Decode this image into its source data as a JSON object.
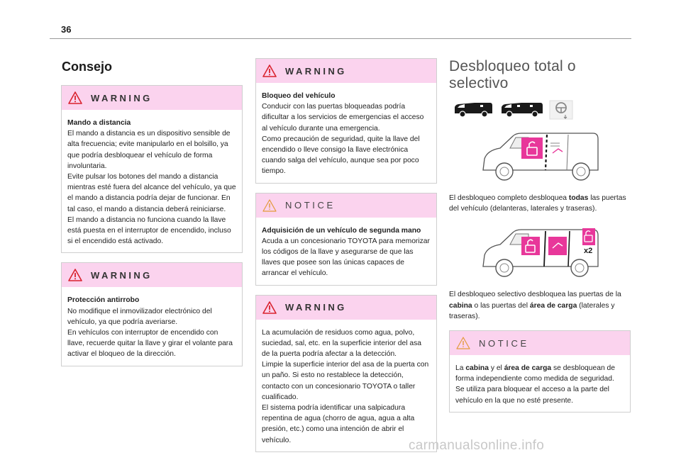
{
  "page_number": "36",
  "left": {
    "section_title": "Consejo",
    "warning1": {
      "label": "WARNING",
      "subtitle": "Mando a distancia",
      "text": "El mando a distancia es un dispositivo sensible de alta frecuencia; evite manipularlo en el bolsillo, ya que podría desbloquear el vehículo de forma involuntaria.\nEvite pulsar los botones del mando a distancia mientras esté fuera del alcance del vehículo, ya que el mando a distancia podría dejar de funcionar. En tal caso, el mando a distancia deberá reiniciarse.\nEl mando a distancia no funciona cuando la llave está puesta en el interruptor de encendido, incluso si el encendido está activado."
    },
    "warning2": {
      "label": "WARNING",
      "subtitle": "Protección antirrobo",
      "text": "No modifique el inmovilizador electrónico del vehículo, ya que podría averiarse.\nEn vehículos con interruptor de encendido con llave, recuerde quitar la llave y girar el volante para activar el bloqueo de la dirección."
    }
  },
  "middle": {
    "warning1": {
      "label": "WARNING",
      "subtitle": "Bloqueo del vehículo",
      "text": "Conducir con las puertas bloqueadas podría dificultar a los servicios de emergencias el acceso al vehículo durante una emergencia.\nComo precaución de seguridad, quite la llave del encendido o lleve consigo la llave electrónica cuando salga del vehículo, aunque sea por poco tiempo."
    },
    "notice1": {
      "label": "NOTICE",
      "subtitle": "Adquisición de un vehículo de segunda mano",
      "text": "Acuda a un concesionario TOYOTA para memorizar los códigos de la llave y asegurarse de que las llaves que posee son las únicas capaces de arrancar el vehículo."
    },
    "warning2": {
      "label": "WARNING",
      "text": "La acumulación de residuos como agua, polvo, suciedad, sal, etc. en la superficie interior del asa de la puerta podría afectar a la detección.\nLimpie la superficie interior del asa de la puerta con un paño. Si esto no restablece la detección, contacto con un concesionario TOYOTA o taller cualificado.\nEl sistema podría identificar una salpicadura repentina de agua (chorro de agua, agua a alta presión, etc.) como una intención de abrir el vehículo."
    }
  },
  "right": {
    "chapter_title": "Desbloqueo total o selectivo",
    "para1": {
      "a": "El desbloqueo completo desbloquea ",
      "b": "todas",
      "c": " las puertas del vehículo (delanteras, laterales y traseras)."
    },
    "figure2_badge": "x2",
    "para2": {
      "a": "El desbloqueo selectivo desbloquea las puertas de la ",
      "b": "cabina",
      "c": " o las puertas del ",
      "d": "área de carga",
      "e": " (laterales y traseras)."
    },
    "notice": {
      "label": "NOTICE",
      "a": "La ",
      "b": "cabina",
      "c": " y el ",
      "d": "área de carga",
      "e": " se desbloquean de forma independiente como medida de seguridad.\nSe utiliza para bloquear el acceso a la parte del vehículo en la que no esté presente."
    }
  },
  "watermark": "carmanualsonline.info",
  "colors": {
    "box_header": "#fbd3ee",
    "lock_pink": "#e8379a",
    "warning_red": "#d9232f",
    "notice_orange": "#e39a3a"
  }
}
